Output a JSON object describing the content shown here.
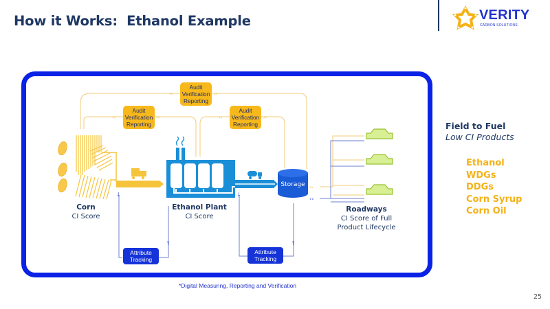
{
  "header": {
    "title": "How it Works:  Ethanol Example",
    "logo": {
      "name": "VERITY",
      "tagline": "CARBON SOLUTIONS",
      "icon": "chain-star-logo-icon"
    }
  },
  "diagram": {
    "audit_boxes": [
      {
        "lines": [
          "Audit",
          "Verification",
          "Reporting"
        ]
      },
      {
        "lines": [
          "Audit",
          "Verification",
          "Reporting"
        ]
      },
      {
        "lines": [
          "Audit",
          "Verification",
          "Reporting"
        ]
      }
    ],
    "attribute_boxes": [
      {
        "lines": [
          "Attribute",
          "Tracking"
        ]
      },
      {
        "lines": [
          "Attribute",
          "Tracking"
        ]
      }
    ],
    "stages": [
      {
        "title": "Corn",
        "subtitle": [
          "CI Score"
        ],
        "icon": "corn-field-icon"
      },
      {
        "title": "Ethanol Plant",
        "subtitle": [
          "CI Score"
        ],
        "icon": "factory-icon"
      },
      {
        "title": "Roadways",
        "subtitle": [
          "CI Score of Full",
          "Product Lifecycle"
        ],
        "icon": "car-icon"
      }
    ],
    "storage_label": "Storage",
    "vehicles": [
      "truck-icon",
      "tanker-truck-icon"
    ],
    "colors": {
      "frame": "#0a22e6",
      "audit": "#f7b81c",
      "attribute": "#1533d8",
      "plant": "#1a8fd8",
      "storage": "#1a5bd6",
      "car": "#cfe884"
    }
  },
  "sidebar": {
    "heading": "Field to Fuel",
    "subheading": "Low CI Products",
    "products": [
      "Ethanol",
      "WDGs",
      "DDGs",
      "Corn Syrup",
      "Corn Oil"
    ]
  },
  "footnote": "*Digital Measuring, Reporting and Verification",
  "page_number": "25"
}
